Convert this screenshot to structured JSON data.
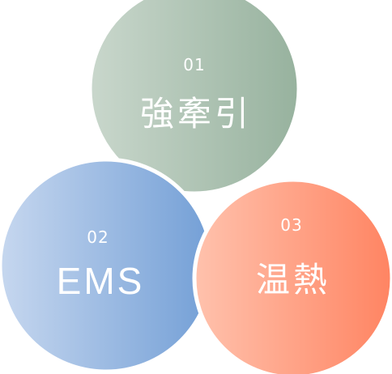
{
  "items": [
    {
      "number": "01",
      "title": "強牽引",
      "color_start": "#c9d7cc",
      "color_end": "#97b29e"
    },
    {
      "number": "02",
      "title": "EMS",
      "color_start": "#c6d7ef",
      "color_end": "#739fd6"
    },
    {
      "number": "03",
      "title": "温熱",
      "color_start": "#ffc2ad",
      "color_end": "#ff8462"
    }
  ]
}
